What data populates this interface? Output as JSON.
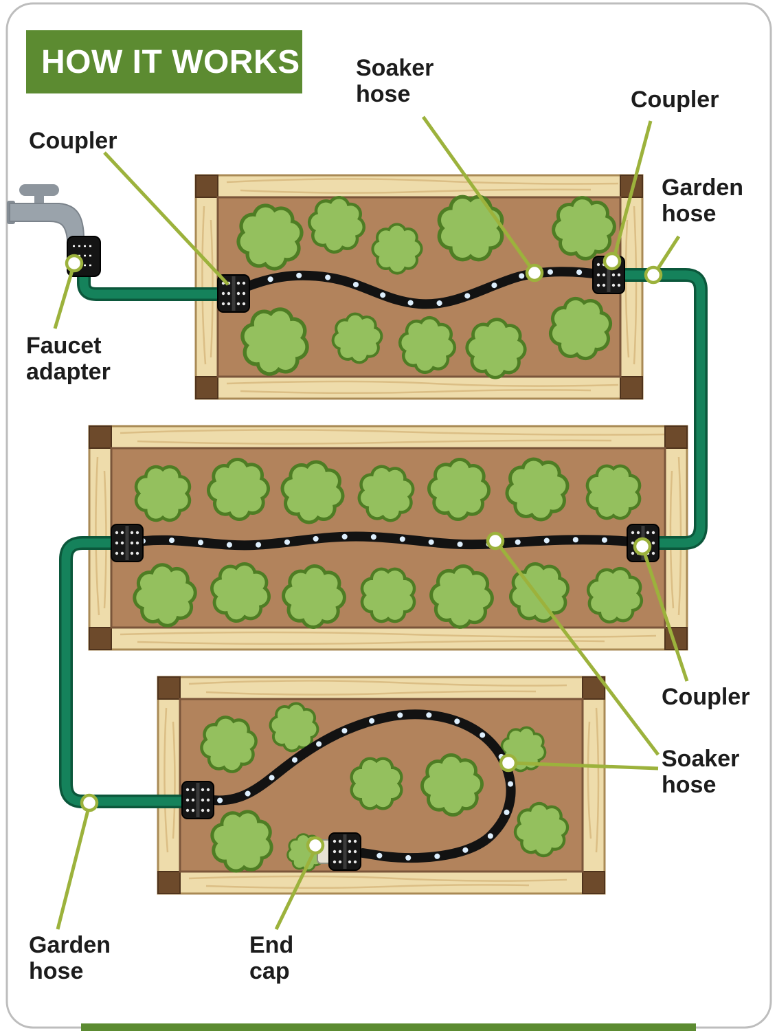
{
  "header": {
    "title": "HOW IT WORKS"
  },
  "labels": {
    "coupler_top_left": "Coupler",
    "soaker_hose_top": "Soaker\nhose",
    "coupler_top_right": "Coupler",
    "garden_hose_right": "Garden\nhose",
    "faucet_adapter": "Faucet\nadapter",
    "coupler_mid_right": "Coupler",
    "soaker_hose_right": "Soaker\nhose",
    "garden_hose_bottom": "Garden\nhose",
    "end_cap": "End\ncap"
  },
  "colors": {
    "header_green": "#5c8b31",
    "leader": "#9cb23c",
    "garden_hose": "#15825b",
    "garden_hose_dark": "#0b573b",
    "soaker_black": "#121212",
    "droplet": "#ddeefc",
    "soil": "#b2835c",
    "soil_border": "#7a553a",
    "wood": "#eedcab",
    "wood_grain": "#d7b87e",
    "wood_border": "#a98a55",
    "corner_brown": "#6d4a2b",
    "bush_fill": "#94c05e",
    "bush_stroke": "#4e7d24",
    "faucet_gray": "#9aa3ab",
    "text": "#1c1c1c"
  }
}
